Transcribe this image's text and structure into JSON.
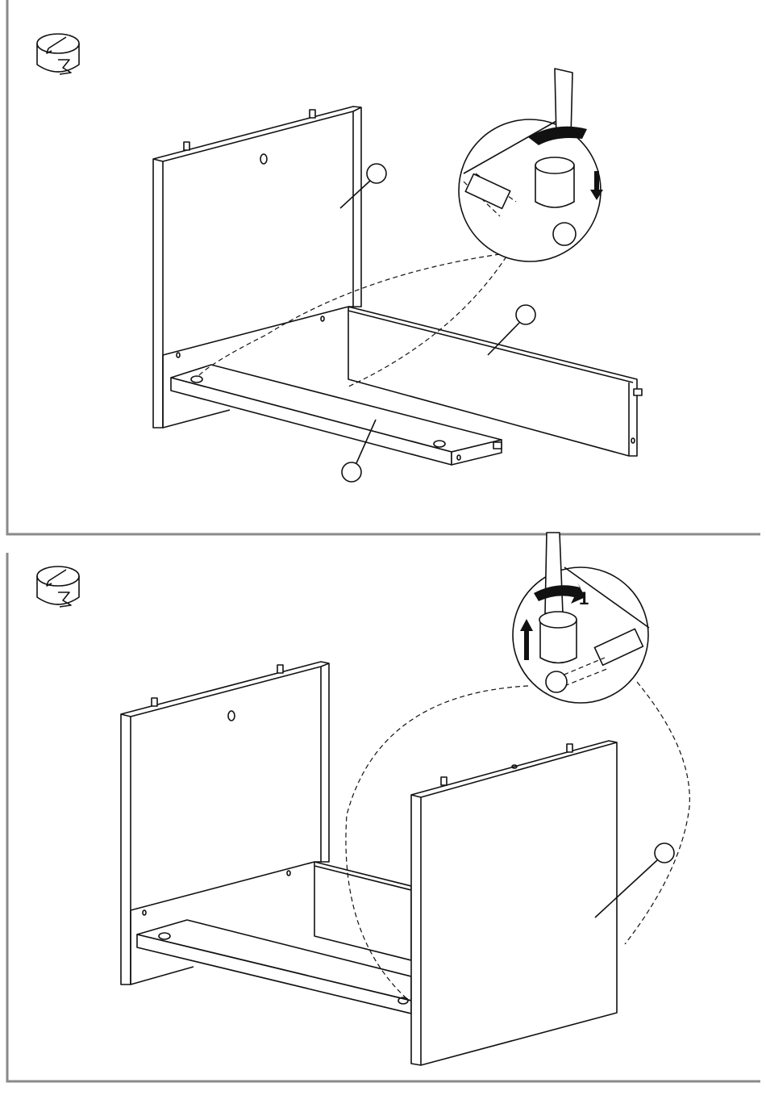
{
  "panels": [
    {
      "name": "step-attach-bottom-and-rail",
      "callouts": 3,
      "rotation": "clockwise",
      "cam_direction": "down"
    },
    {
      "name": "step-attach-side-panel",
      "callouts": 1,
      "rotation": "clockwise",
      "cam_direction": "up",
      "rotation_label": "1"
    }
  ],
  "icons": [
    "cam-lock-icon",
    "screwdriver-icon",
    "rotate-arrow-icon",
    "direction-arrow-icon"
  ]
}
